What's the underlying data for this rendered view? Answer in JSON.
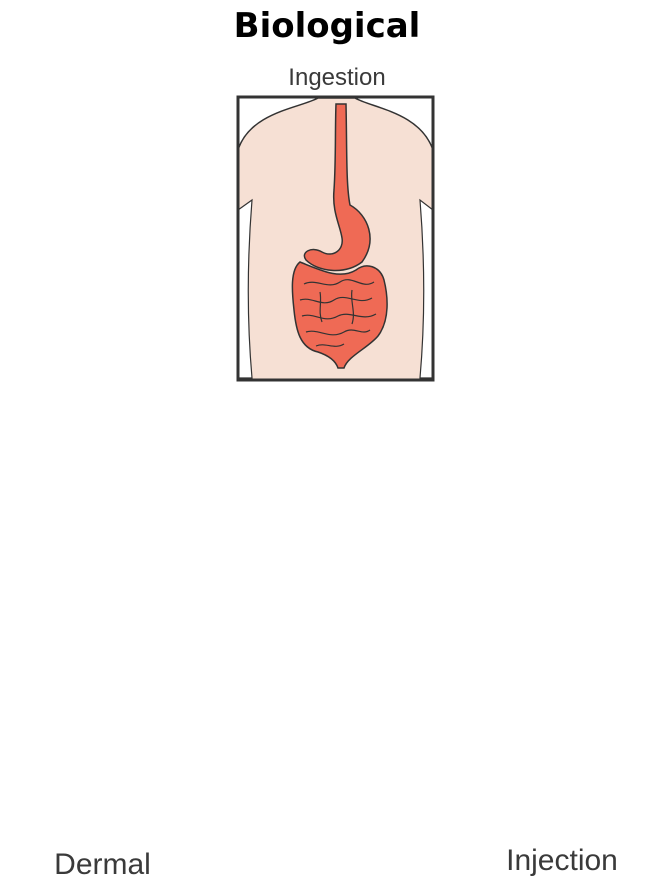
{
  "title": "Biological",
  "routes": {
    "ingestion": {
      "label": "Ingestion"
    },
    "dermal": {
      "label": "Dermal"
    },
    "injection": {
      "label": "Injection"
    }
  },
  "colors": {
    "skin": "#f6e0d4",
    "organ": "#ef6a55",
    "outline": "#333333",
    "skin_edge_highlight": "#f2ea1e",
    "particle_core": "#3fb7cf",
    "particle_highlight": "#f3f5c4",
    "arrow": "#222222"
  },
  "icons": [
    "up-arrow-icon",
    "down-left-arrow-icon",
    "down-right-arrow-icon",
    "particle-cluster-icon"
  ]
}
